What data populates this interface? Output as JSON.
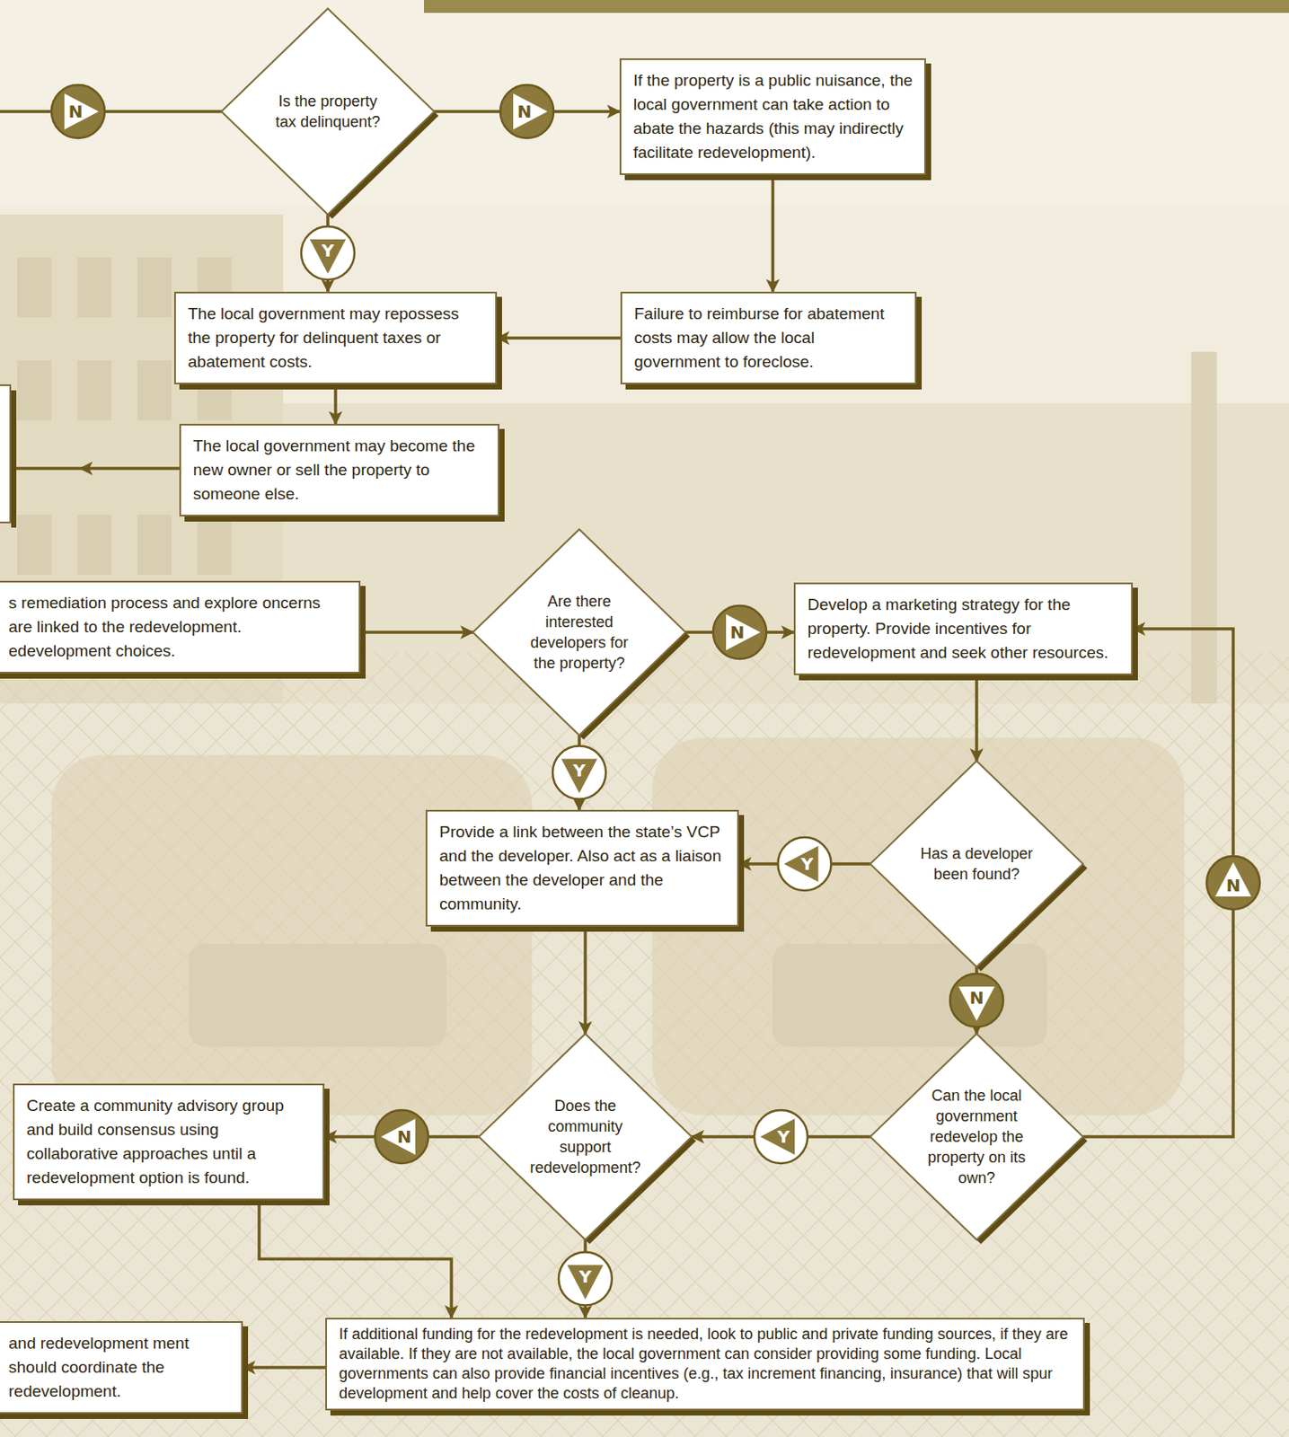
{
  "diagram": {
    "nodes": [
      {
        "text": [
          "Is the property tax delinquent?"
        ]
      },
      {
        "text": [
          "If the property is a public nuisance, the local government can take action to abate the hazards (this may indirectly facilitate redevelopment)."
        ]
      },
      {
        "text": [
          "The local government may repossess the property for delinquent taxes or abatement costs."
        ]
      },
      {
        "text": [
          "Failure to reimburse for abatement costs may allow the local government to foreclose."
        ]
      },
      {
        "text": [
          "The local government may become the new owner or sell the property to someone else."
        ]
      },
      {
        "text": [
          "s remediation process and explore oncerns are linked to the redevelopment. edevelopment choices."
        ]
      },
      {
        "text": [
          "Are there interested developers for the property?"
        ]
      },
      {
        "text": [
          "Develop a marketing strategy for the property. Provide incentives for redevelopment and seek other resources."
        ]
      },
      {
        "text": [
          "Provide a link between the state’s VCP and the developer. Also act as a liaison between the developer and the community."
        ]
      },
      {
        "text": [
          "Has a developer been found?"
        ]
      },
      {
        "text": [
          "Does the community support redevelopment?"
        ]
      },
      {
        "text": [
          "Can the local government redevelop the property on its own?"
        ]
      },
      {
        "text": [
          "Create a community advisory group and build consensus using collaborative approaches until a redevelopment option is found."
        ]
      },
      {
        "text": [
          "and redevelopment ment should coordinate the redevelopment."
        ]
      },
      {
        "text": [
          "If additional funding for the redevelopment is needed, look to public and private funding sources, if they are available. If they are not available, the local government can consider providing some funding. Local governments can also provide financial incentives (e.g., tax increment financing, insurance) that will spur development and help cover the costs of cleanup."
        ]
      }
    ],
    "edges": [
      {
        "from": 0,
        "to": 1,
        "label": "N",
        "arrow": "to"
      },
      {
        "from": 0,
        "to": 2,
        "label": "Y",
        "arrow": "to"
      },
      {
        "from": 1,
        "to": 3,
        "arrow": "to"
      },
      {
        "from": 3,
        "to": 2,
        "arrow": "to"
      },
      {
        "from": 2,
        "to": 4,
        "arrow": "to"
      },
      {
        "from": 5,
        "to": 6,
        "arrow": "to"
      },
      {
        "from": 6,
        "to": 7,
        "label": "N",
        "arrow": "to"
      },
      {
        "from": 6,
        "to": 8,
        "label": "Y",
        "arrow": "to"
      },
      {
        "from": 7,
        "to": 9,
        "arrow": "to"
      },
      {
        "from": 9,
        "to": 8,
        "label": "Y",
        "arrow": "to"
      },
      {
        "from": 9,
        "to": 11,
        "label": "N",
        "arrow": "to"
      },
      {
        "from": 8,
        "to": 10,
        "arrow": "to"
      },
      {
        "from": 11,
        "to": 10,
        "label": "Y",
        "arrow": "to"
      },
      {
        "from": 11,
        "to": 7,
        "label": "N",
        "arrow": "to"
      },
      {
        "from": 10,
        "to": 12,
        "label": "N",
        "arrow": "to"
      },
      {
        "from": 10,
        "to": 14,
        "label": "Y",
        "arrow": "to"
      },
      {
        "from": 12,
        "to": 14,
        "arrow": "to"
      },
      {
        "from": 14,
        "to": 13,
        "arrow": "to"
      }
    ],
    "labels": [
      "N"
    ]
  }
}
